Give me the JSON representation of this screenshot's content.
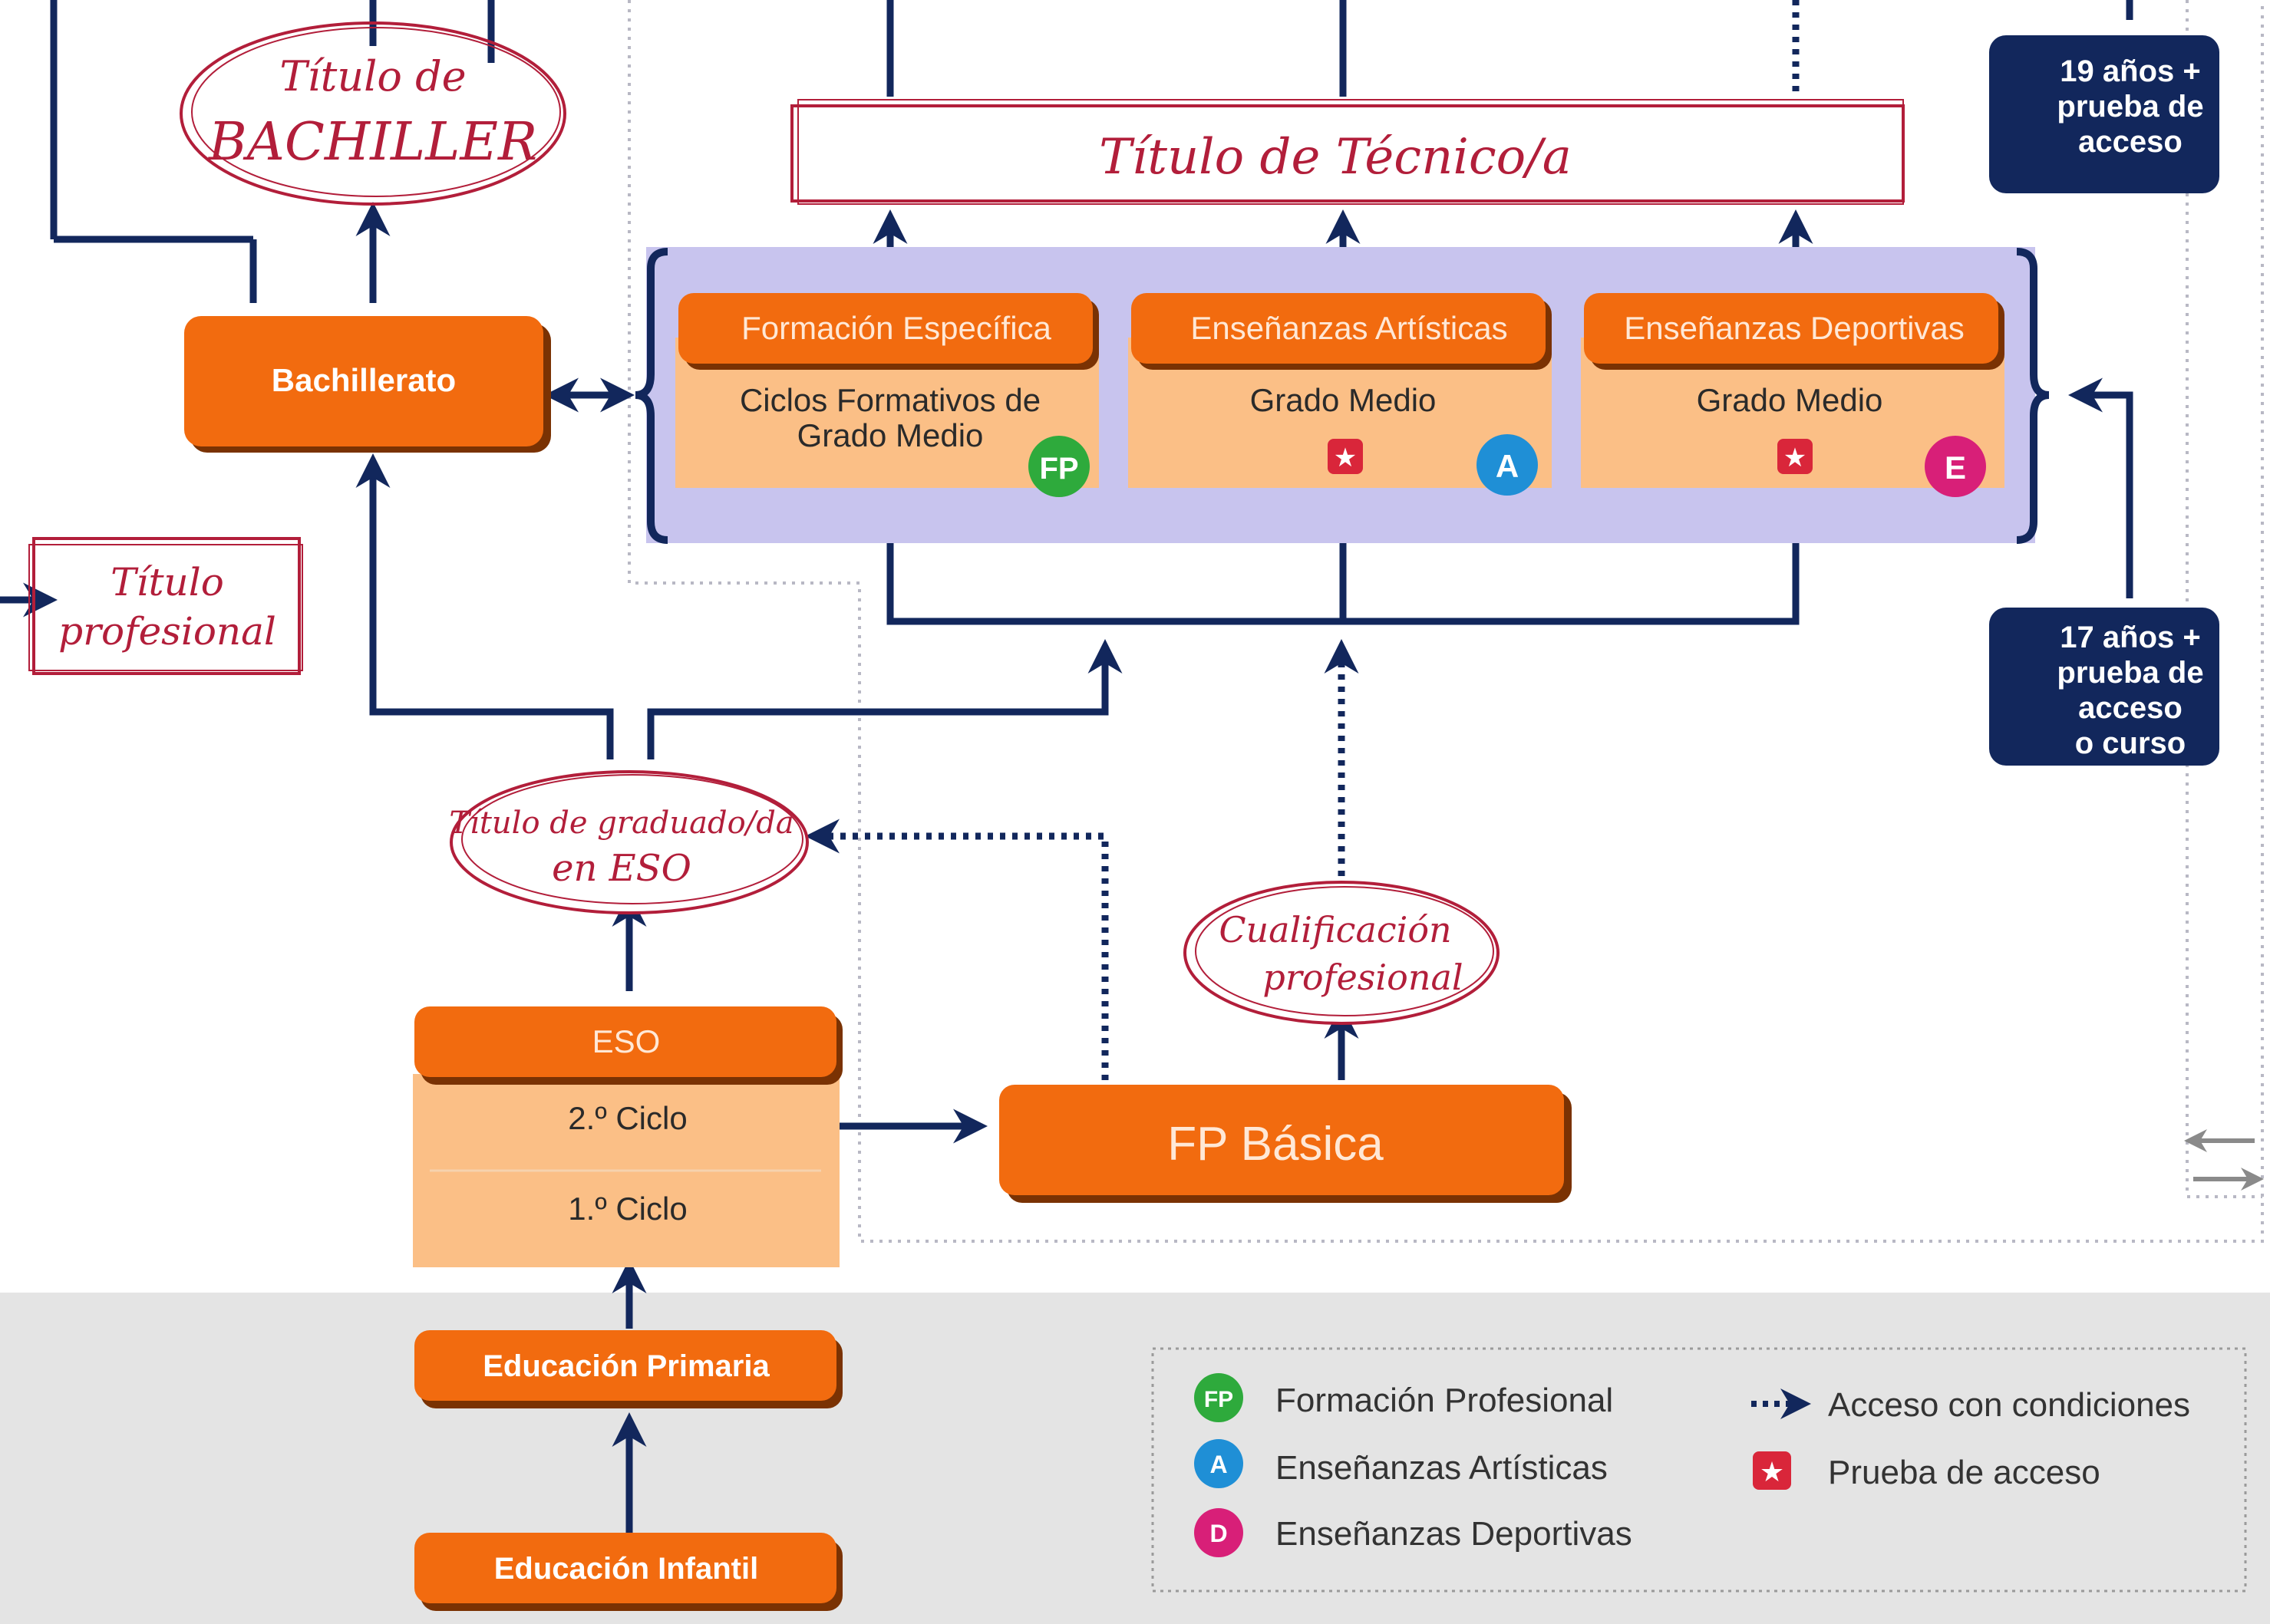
{
  "colors": {
    "orange": "#f26b0f",
    "peach": "#fbbf86",
    "navy": "#12275c",
    "lavender": "#c8c4ee",
    "red_ink": "#b21e3a",
    "grey_band": "#e4e4e4",
    "fp_green": "#2eaa3c",
    "artisticas_blue": "#1f8fd6",
    "deportivas_pink": "#d81f78",
    "prueba_red": "#d9263a"
  },
  "titles": {
    "bachiller": [
      "Título de",
      "BACHILLER"
    ],
    "tecnico": "Título de Técnico/a",
    "profesional": [
      "Título",
      "profesional"
    ],
    "graduado": [
      "Título de graduado/da",
      "en ESO"
    ],
    "cualificacion": [
      "Cualificación",
      "profesional"
    ]
  },
  "boxes": {
    "bachillerato": "Bachillerato",
    "eso": "ESO",
    "eso_ciclo2": "2.º Ciclo",
    "eso_ciclo1": "1.º Ciclo",
    "fp_basica": "FP Básica",
    "primaria": "Educación Primaria",
    "infantil": "Educación Infantil"
  },
  "grado_medio": {
    "col1_header": "Formación Específica",
    "col1_body": [
      "Ciclos Formativos de",
      "Grado Medio"
    ],
    "col1_badge": "FP",
    "col2_header": "Enseñanzas Artísticas",
    "col2_body": "Grado Medio",
    "col2_badge": "A",
    "col3_header": "Enseñanzas Deportivas",
    "col3_body": "Grado Medio",
    "col3_badge": "E"
  },
  "side_notes": {
    "age19": [
      "19 años +",
      "prueba de",
      "acceso"
    ],
    "age17": [
      "17 años +",
      "prueba de",
      "acceso",
      "o curso"
    ]
  },
  "legend": {
    "fp_badge": "FP",
    "fp_label": "Formación Profesional",
    "a_badge": "A",
    "a_label": "Enseñanzas Artísticas",
    "d_badge": "D",
    "d_label": "Enseñanzas Deportivas",
    "access_label": "Acceso con condiciones",
    "prueba_label": "Prueba de acceso"
  }
}
